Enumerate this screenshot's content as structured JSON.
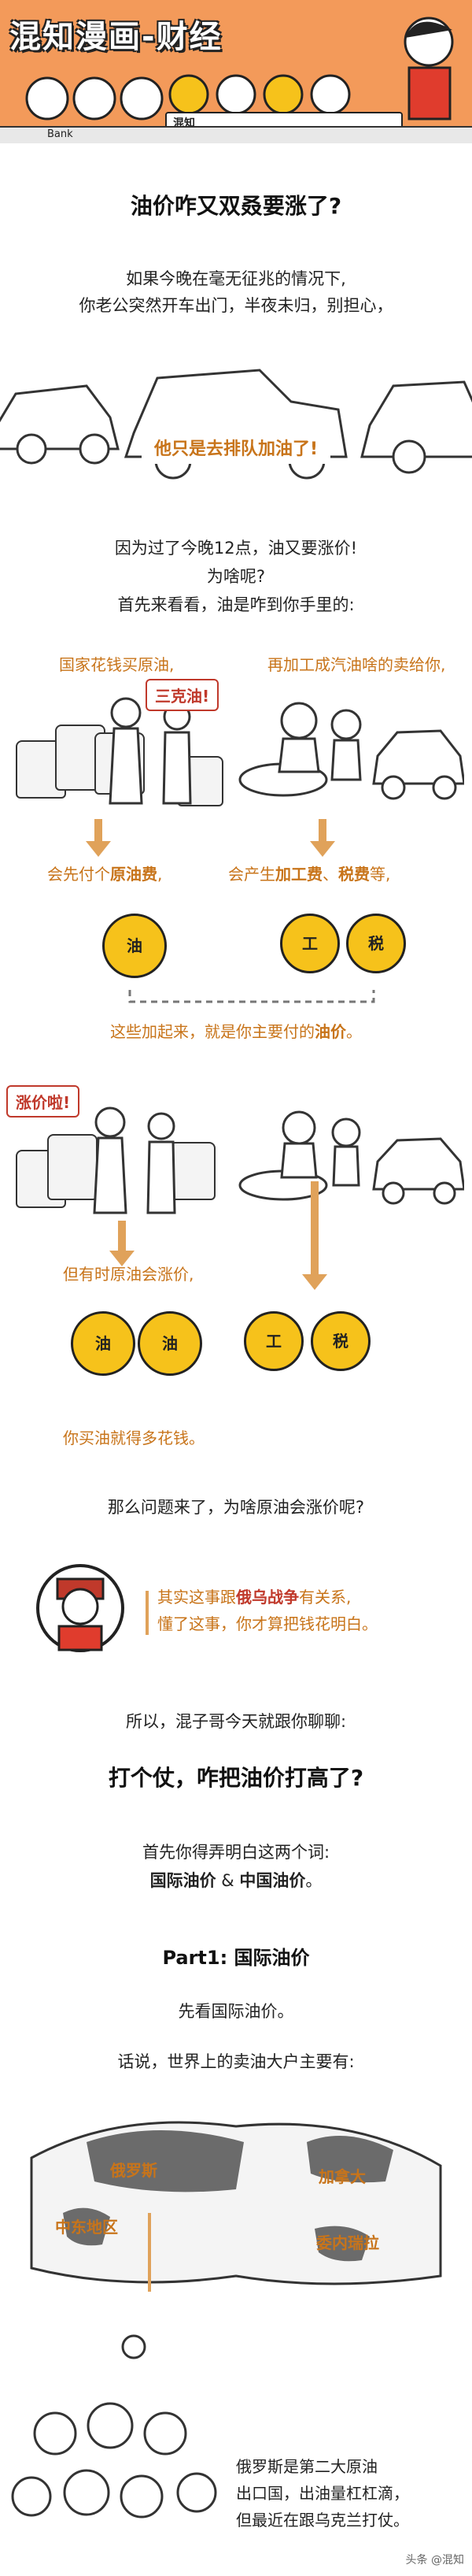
{
  "header": {
    "title": "混知漫画-财经",
    "badge": "混知",
    "bank_label": "Bank"
  },
  "article": {
    "title": "油价咋又双叒要涨了?",
    "intro_line1": "如果今晚在毫无征兆的情况下,",
    "intro_line2": "你老公突然开车出门，半夜未归，别担心，",
    "car_caption": "他只是去排队加油了!",
    "reason_line1": "因为过了今晚12点，油又要涨价!",
    "reason_line2": "为啥呢?",
    "reason_line3": "首先来看看，油是咋到你手里的:",
    "step_left": "国家花钱买原油,",
    "step_right": "再加工成汽油啥的卖给你,",
    "bubble_1": "三克油!",
    "cost_left_prefix": "会先付个",
    "cost_left_em": "原油费",
    "cost_left_suffix": ",",
    "cost_right_prefix": "会产生",
    "cost_right_em1": "加工费",
    "cost_right_sep": "、",
    "cost_right_em2": "税费",
    "cost_right_suffix": "等,",
    "coin_oil": "油",
    "coin_work": "工",
    "coin_tax": "税",
    "sum_prefix": "这些加起来，就是你主要付的",
    "sum_em": "油价",
    "sum_suffix": "。",
    "bubble_2": "涨价啦!",
    "rise_line": "但有时原油会涨价,",
    "pay_more": "你买油就得多花钱。",
    "question": "那么问题来了，为啥原油会涨价呢?",
    "explain_line1_prefix": "其实这事跟",
    "explain_line1_em": "俄乌战争",
    "explain_line1_suffix": "有关系,",
    "explain_line2": "懂了这事，你才算把钱花明白。",
    "chat_line": "所以，混子哥今天就跟你聊聊:",
    "subtitle": "打个仗，咋把油价打高了?",
    "terms_line": "首先你得弄明白这两个词:",
    "terms_em1": "国际油价",
    "terms_amp": " & ",
    "terms_em2": "中国油价",
    "terms_end": "。",
    "part1": "Part1:  国际油价",
    "see_intl": "先看国际油价。",
    "sellers": "话说，世界上的卖油大户主要有:",
    "map_russia": "俄罗斯",
    "map_canada": "加拿大",
    "map_middle_east": "中东地区",
    "map_venezuela": "委内瑞拉",
    "russia_line1": "俄罗斯是第二大原油",
    "russia_line2": "出口国，出油量杠杠滴，",
    "russia_line3": "但最近在跟乌克兰打仗。"
  },
  "footer": {
    "source": "头条 @混知"
  }
}
